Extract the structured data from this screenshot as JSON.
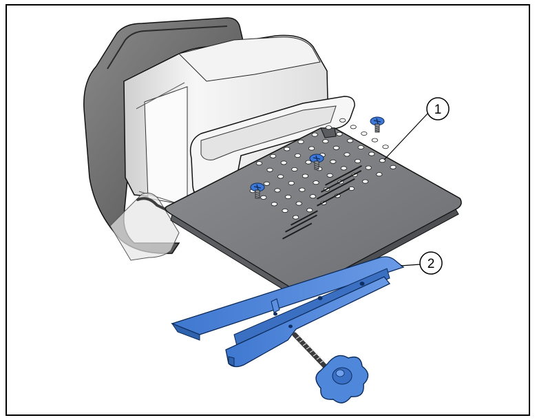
{
  "callouts": [
    {
      "number": "1",
      "part": "plate"
    },
    {
      "number": "2",
      "part": "clamp"
    }
  ],
  "colors": {
    "housing_light": "#ececec",
    "housing_dark": "#6f6f6f",
    "plate": "#7d7f82",
    "plate_edge": "#4d4f52",
    "clamp": "#4f87db",
    "clamp_dark": "#2f62ad",
    "screw": "#3d78d6",
    "outline": "#111111"
  }
}
